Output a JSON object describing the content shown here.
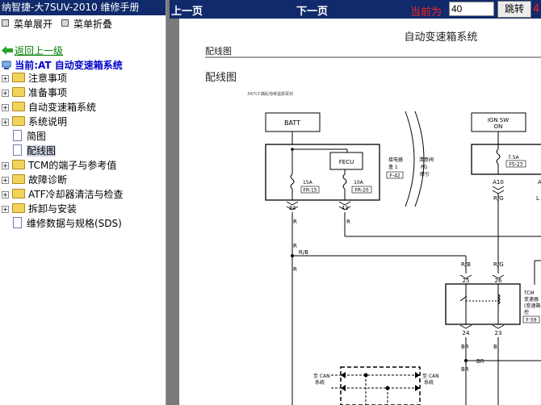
{
  "left": {
    "title": "纳智捷-大7SUV-2010 维修手册",
    "expand_all": "菜单展开",
    "collapse_all": "菜单折叠",
    "back_link": "返回上一级",
    "current": "当前:AT 自动变速箱系统",
    "tree": [
      {
        "label": "注意事项",
        "type": "folder"
      },
      {
        "label": "准备事项",
        "type": "folder"
      },
      {
        "label": "自动变速箱系统",
        "type": "folder"
      },
      {
        "label": "系统说明",
        "type": "folder"
      },
      {
        "label": "简图",
        "type": "doc"
      },
      {
        "label": "配线图",
        "type": "doc",
        "selected": true
      },
      {
        "label": "TCM的端子与参考值",
        "type": "folder"
      },
      {
        "label": "故障诊断",
        "type": "folder"
      },
      {
        "label": "ATF冷却器清洁与检查",
        "type": "folder"
      },
      {
        "label": "拆卸与安装",
        "type": "folder"
      },
      {
        "label": "维修数据与规格(SDS)",
        "type": "doc"
      }
    ]
  },
  "toolbar": {
    "prev": "上一页",
    "next": "下一页",
    "page_label": "当前为",
    "page_value": "40",
    "go": "跳转",
    "total_partial": "4"
  },
  "doc": {
    "header": "自动变速箱系统",
    "section_small": "配线图",
    "section_large": "配线图",
    "subcaption": "34/%T.耦乱地维温感耳刻",
    "batt": "BATT",
    "fecu": "FECU",
    "fuse1_amp": "15A",
    "fuse1_id": "FR-15",
    "fuse2_amp": "10A",
    "fuse2_id": "FR-20",
    "box_label1": "接电器",
    "box_label2": "盒 1",
    "box_id": "F-42",
    "ign_label1": "清意阀",
    "ign_label2": "PG",
    "ign_label3": "摩引",
    "pin34": "34",
    "pin43": "43",
    "wire_r1": "R",
    "wire_r2": "R",
    "wire_r3": "R",
    "wire_r4": "R",
    "wire_rb1": "R/B",
    "wire_rb2": "R/B",
    "ign_sw1": "IGN SW",
    "ign_sw2": "ON",
    "fuse3_amp": "7.5A",
    "fuse3_id": "FS-23",
    "pin_a10": "A10",
    "pin_a_partial": "A",
    "wire_rg1": "R/G",
    "wire_rg2": "R/G",
    "wire_l": "L",
    "pin25": "25",
    "pin26": "26",
    "pin24": "24",
    "pin23": "23",
    "tcm1": "TCM",
    "tcm2": "变速器",
    "tcm3": "(变速箱",
    "tcm4": "控",
    "tcm_id": "F-59",
    "wire_br1": "BR",
    "wire_br2": "BR",
    "wire_br3": "BR",
    "wire_b": "B",
    "can_left1": "至 CAN",
    "can_left2": "系统",
    "can_right1": "至 CAN",
    "can_right2": "系统"
  }
}
